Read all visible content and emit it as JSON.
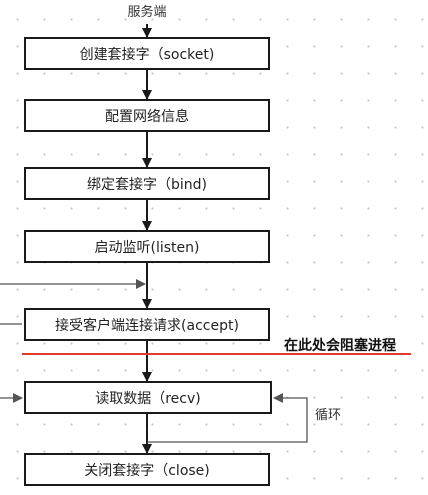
{
  "title": "服务端",
  "steps": [
    {
      "label": "创建套接字（socket)"
    },
    {
      "label": "配置网络信息"
    },
    {
      "label": "绑定套接字（bind)"
    },
    {
      "label": "启动监听(listen)"
    },
    {
      "label": "接受客户端连接请求(accept)"
    },
    {
      "label": "读取数据（recv)"
    },
    {
      "label": "关闭套接字（close)"
    }
  ],
  "blocking_note": "在此处会阻塞进程",
  "loop_label": "循环",
  "colors": {
    "box_border": "#1a1a1a",
    "arrow": "#1a1a1a",
    "side_arrow": "#555555",
    "blocking_line": "#e03a2f",
    "grid_dot": "#c8c8c8"
  }
}
